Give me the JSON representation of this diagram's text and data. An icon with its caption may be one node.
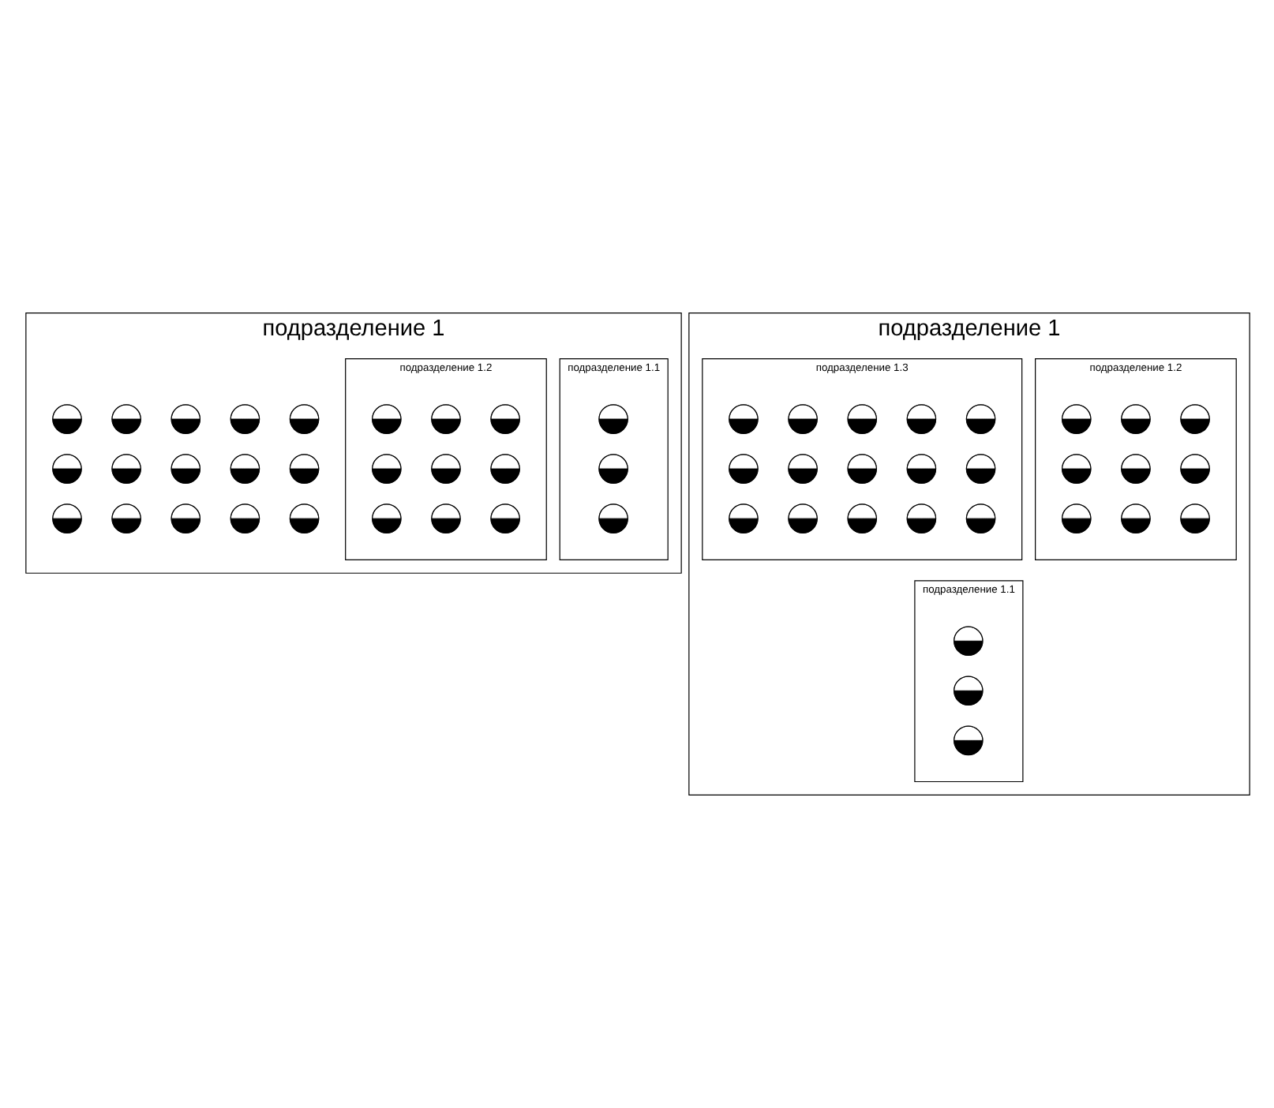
{
  "diagram": {
    "nodes": [
      {
        "text": [
          "подразделение 1"
        ]
      },
      {
        "text": [
          "подразделение 1.1"
        ],
        "in": 0
      },
      {
        "text": [],
        "shape": "circle",
        "in": 1
      },
      {
        "text": [],
        "shape": "circle",
        "in": 1
      },
      {
        "text": [],
        "shape": "circle",
        "in": 1
      },
      {
        "text": [
          "подразделение 1.2"
        ],
        "in": 0
      },
      {
        "text": [],
        "shape": "circle",
        "in": 5
      },
      {
        "text": [],
        "shape": "circle",
        "in": 5
      },
      {
        "text": [],
        "shape": "circle",
        "in": 5
      },
      {
        "text": [],
        "shape": "circle",
        "in": 5
      },
      {
        "text": [],
        "shape": "circle",
        "in": 5
      },
      {
        "text": [],
        "shape": "circle",
        "in": 5
      },
      {
        "text": [],
        "shape": "circle",
        "in": 5
      },
      {
        "text": [],
        "shape": "circle",
        "in": 5
      },
      {
        "text": [],
        "shape": "circle",
        "in": 5
      },
      {
        "text": [],
        "shape": "circle",
        "in": 0
      },
      {
        "text": [],
        "shape": "circle",
        "in": 0
      },
      {
        "text": [],
        "shape": "circle",
        "in": 0
      },
      {
        "text": [],
        "shape": "circle",
        "in": 0
      },
      {
        "text": [],
        "shape": "circle",
        "in": 0
      },
      {
        "text": [],
        "shape": "circle",
        "in": 0
      },
      {
        "text": [],
        "shape": "circle",
        "in": 0
      },
      {
        "text": [],
        "shape": "circle",
        "in": 0
      },
      {
        "text": [],
        "shape": "circle",
        "in": 0
      },
      {
        "text": [],
        "shape": "circle",
        "in": 0
      },
      {
        "text": [],
        "shape": "circle",
        "in": 0
      },
      {
        "text": [],
        "shape": "circle",
        "in": 0
      },
      {
        "text": [],
        "shape": "circle",
        "in": 0
      },
      {
        "text": [],
        "shape": "circle",
        "in": 0
      },
      {
        "text": [],
        "shape": "circle",
        "in": 0
      },
      {
        "text": [
          "подразделение 1"
        ]
      },
      {
        "text": [
          "подразделение 1.1"
        ],
        "in": 30
      },
      {
        "text": [],
        "shape": "circle",
        "in": 31
      },
      {
        "text": [],
        "shape": "circle",
        "in": 31
      },
      {
        "text": [],
        "shape": "circle",
        "in": 31
      },
      {
        "text": [
          "подразделение 1.2"
        ],
        "in": 30
      },
      {
        "text": [],
        "shape": "circle",
        "in": 35
      },
      {
        "text": [],
        "shape": "circle",
        "in": 35
      },
      {
        "text": [],
        "shape": "circle",
        "in": 35
      },
      {
        "text": [],
        "shape": "circle",
        "in": 35
      },
      {
        "text": [],
        "shape": "circle",
        "in": 35
      },
      {
        "text": [],
        "shape": "circle",
        "in": 35
      },
      {
        "text": [],
        "shape": "circle",
        "in": 35
      },
      {
        "text": [],
        "shape": "circle",
        "in": 35
      },
      {
        "text": [],
        "shape": "circle",
        "in": 35
      },
      {
        "text": [
          "подразделение 1.3"
        ],
        "in": 30
      },
      {
        "text": [],
        "shape": "circle",
        "in": 45
      },
      {
        "text": [],
        "shape": "circle",
        "in": 45
      },
      {
        "text": [],
        "shape": "circle",
        "in": 45
      },
      {
        "text": [],
        "shape": "circle",
        "in": 45
      },
      {
        "text": [],
        "shape": "circle",
        "in": 45
      },
      {
        "text": [],
        "shape": "circle",
        "in": 45
      },
      {
        "text": [],
        "shape": "circle",
        "in": 45
      },
      {
        "text": [],
        "shape": "circle",
        "in": 45
      },
      {
        "text": [],
        "shape": "circle",
        "in": 45
      },
      {
        "text": [],
        "shape": "circle",
        "in": 45
      },
      {
        "text": [],
        "shape": "circle",
        "in": 45
      },
      {
        "text": [],
        "shape": "circle",
        "in": 45
      },
      {
        "text": [],
        "shape": "circle",
        "in": 45
      },
      {
        "text": [],
        "shape": "circle",
        "in": 45
      },
      {
        "text": [],
        "shape": "circle",
        "in": 45
      }
    ]
  }
}
